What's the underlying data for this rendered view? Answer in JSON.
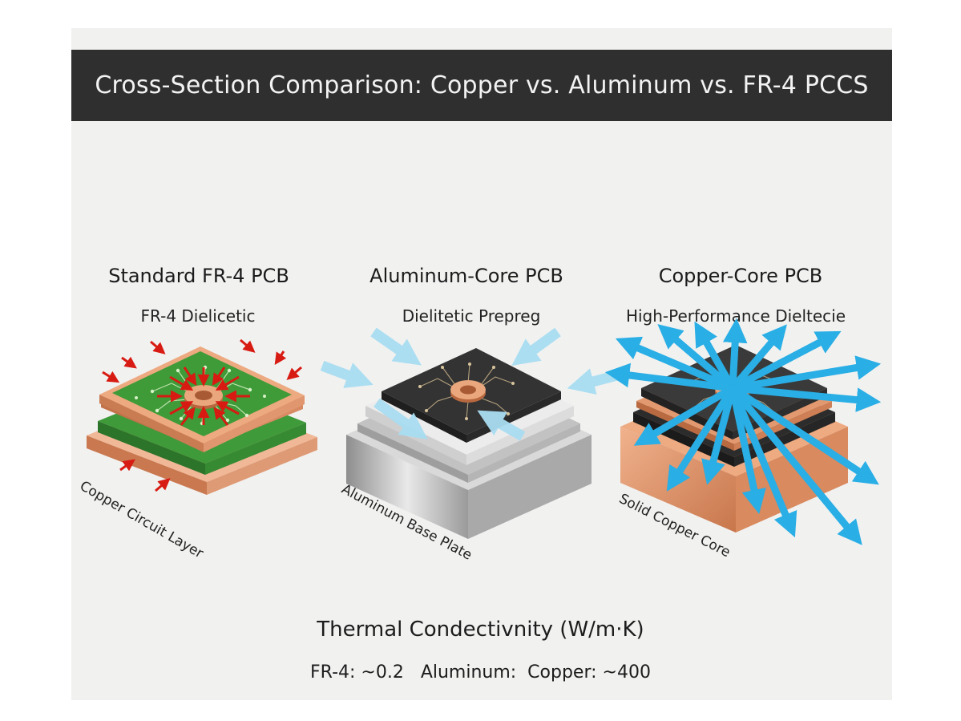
{
  "title": "Cross-Section Comparison: Copper vs. Aluminum vs. FR-4 PCCS",
  "panels": [
    {
      "heading": "Standard FR-4 PCB",
      "dielectric_label": "FR-4 Dielicetic",
      "base_label": "Copper Circuit Layer"
    },
    {
      "heading": "Aluminum-Core PCB",
      "dielectric_label": "Dielitetic Prepreg",
      "base_label": "Aluminum Base Plate"
    },
    {
      "heading": "Copper-Core PCB",
      "dielectric_label": "High-Performance Dieltecie",
      "base_label": "Solid Copper Core"
    }
  ],
  "footer": {
    "title": "Thermal Condectivnity (W/m·K)",
    "values_text": "FR-4: ~0.2   Aluminum:  Copper: ~400"
  },
  "colors": {
    "title_bar": "#2f2f2f",
    "fr4_green": "#3f9a3a",
    "copper": "#e0956b",
    "aluminum": "#c9c9c9",
    "heat_arrow_red": "#d81b12",
    "flow_arrow_blue": "#29aee5",
    "dark_chip": "#333333"
  },
  "icons": {
    "fr4_stack": "fr4-pcb-stack-illustration",
    "aluminum_stack": "aluminum-pcb-stack-illustration",
    "copper_stack": "copper-pcb-stack-illustration",
    "heat_arrows": "heat-flow-arrow",
    "via": "copper-via-ring"
  }
}
